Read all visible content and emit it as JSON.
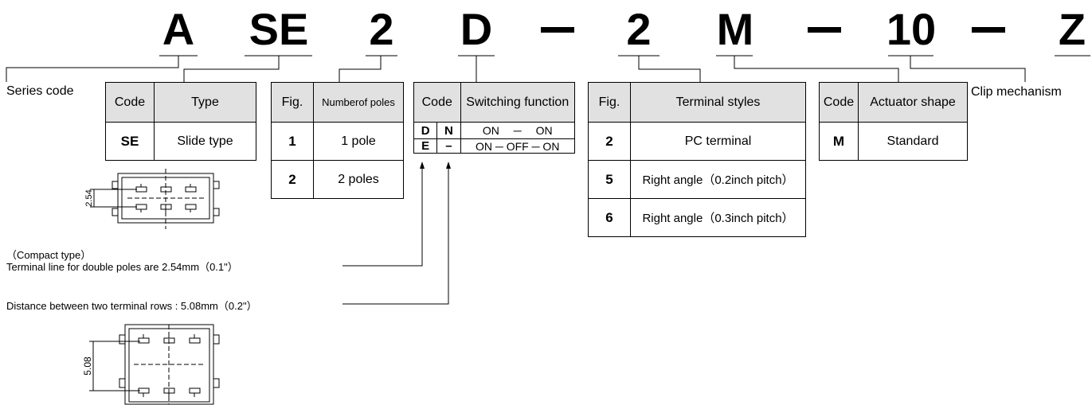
{
  "code_parts": [
    "A",
    "SE",
    "2",
    "D",
    "2",
    "M",
    "10",
    "Z"
  ],
  "labels": {
    "series_code": "Series code",
    "clip_mechanism": "Clip mechanism"
  },
  "type_table": {
    "headers": [
      "Code",
      "Type"
    ],
    "rows": [
      [
        "SE",
        "Slide type"
      ]
    ]
  },
  "poles_table": {
    "headers": [
      "Fig.",
      "Numberof poles"
    ],
    "rows": [
      [
        "1",
        "1 pole"
      ],
      [
        "2",
        "2 poles"
      ]
    ]
  },
  "switching_table": {
    "headers": [
      "Code",
      "Switching function"
    ],
    "rows": [
      {
        "code1": "D",
        "code2": "N",
        "func": "ON　 ─　 ON"
      },
      {
        "code1": "E",
        "code2": "–",
        "func": "ON ─ OFF ─ ON"
      }
    ]
  },
  "terminal_table": {
    "headers": [
      "Fig.",
      "Terminal styles"
    ],
    "rows": [
      [
        "2",
        "PC terminal"
      ],
      [
        "5",
        "Right angle（0.2inch pitch）"
      ],
      [
        "6",
        "Right angle（0.3inch pitch）"
      ]
    ]
  },
  "actuator_table": {
    "headers": [
      "Code",
      "Actuator shape"
    ],
    "rows": [
      [
        "M",
        "Standard"
      ]
    ]
  },
  "notes": {
    "compact_type": "（Compact type）",
    "double_poles": "Terminal line for double poles are 2.54mm（0.1\"）",
    "terminal_rows": "Distance between two terminal rows : 5.08mm（0.2\"）"
  },
  "dimensions": {
    "small": "2.54",
    "large": "5.08"
  }
}
